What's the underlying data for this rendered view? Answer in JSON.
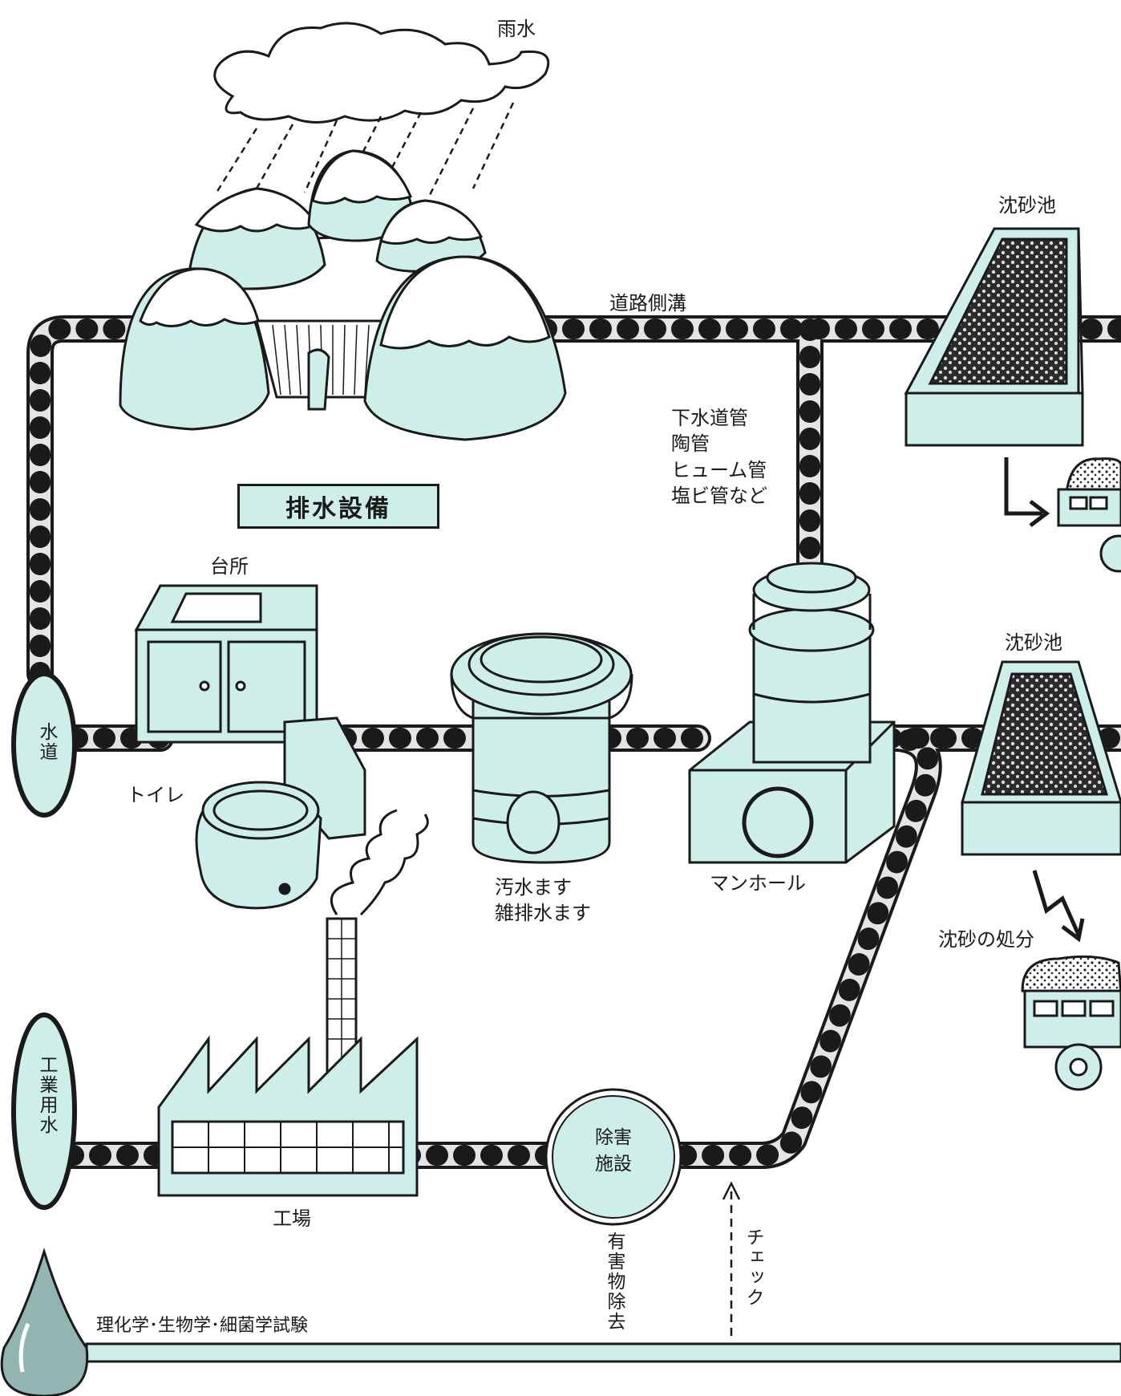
{
  "title": "排水設備",
  "labels": {
    "rain": "雨水",
    "road_ditch": "道路側溝",
    "grit_chamber_top": "沈砂池",
    "grit_chamber_mid": "沈砂池",
    "pipe_types": [
      "下水道管",
      "陶管",
      "ヒューム管",
      "塩ビ管など"
    ],
    "kitchen": "台所",
    "toilet": "トイレ",
    "water_supply": "水道",
    "industrial_water": "工業用水",
    "sewage_basin": [
      "汚水ます",
      "雑排水ます"
    ],
    "manhole": "マンホール",
    "sediment_disposal": "沈砂の処分",
    "factory": "工場",
    "detox_facility": [
      "除害",
      "施設"
    ],
    "hazard_removal": "有害物除去",
    "check": "チェック",
    "tests": "理化学･生物学･細菌学試験"
  },
  "colors": {
    "fill": "#cdeee9",
    "pipe": "#e4e4e4",
    "line": "#1a1a1a",
    "drop": "#93b5b1"
  }
}
